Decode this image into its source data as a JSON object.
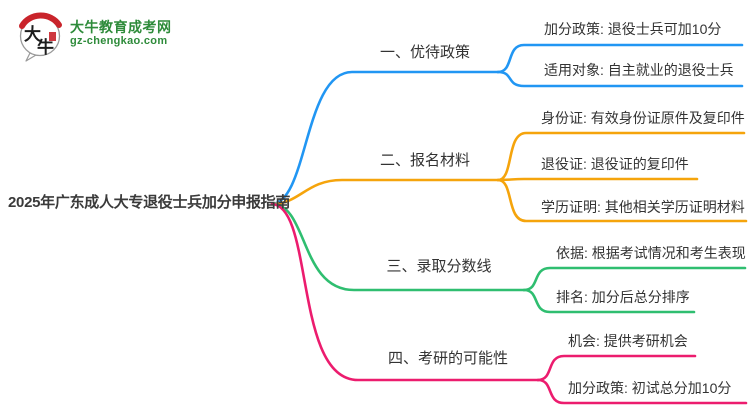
{
  "logo": {
    "title": "大牛教育成考网",
    "domain": "gz-chengkao.com",
    "mark_text_1": "大",
    "mark_text_2": "牛",
    "brand_green": "#2e8b3a",
    "mark_red": "#c9242b"
  },
  "mindmap": {
    "root": "2025年广东成人大专退役士兵加分申报指南",
    "root_color": "#3a3a3a",
    "branches": [
      {
        "label": "一、优待政策",
        "color": "#2196f3",
        "children": [
          "加分政策: 退役士兵可加10分",
          "适用对象: 自主就业的退役士兵"
        ]
      },
      {
        "label": "二、报名材料",
        "color": "#f5a40c",
        "children": [
          "身份证: 有效身份证原件及复印件",
          "退役证: 退役证的复印件",
          "学历证明: 其他相关学历证明材料"
        ]
      },
      {
        "label": "三、录取分数线",
        "color": "#2fbe70",
        "children": [
          "依据: 根据考试情况和考生表现",
          "排名: 加分后总分排序"
        ]
      },
      {
        "label": "四、考研的可能性",
        "color": "#ec1c6e",
        "children": [
          "机会: 提供考研机会",
          "加分政策: 初试总分加10分"
        ]
      }
    ]
  }
}
